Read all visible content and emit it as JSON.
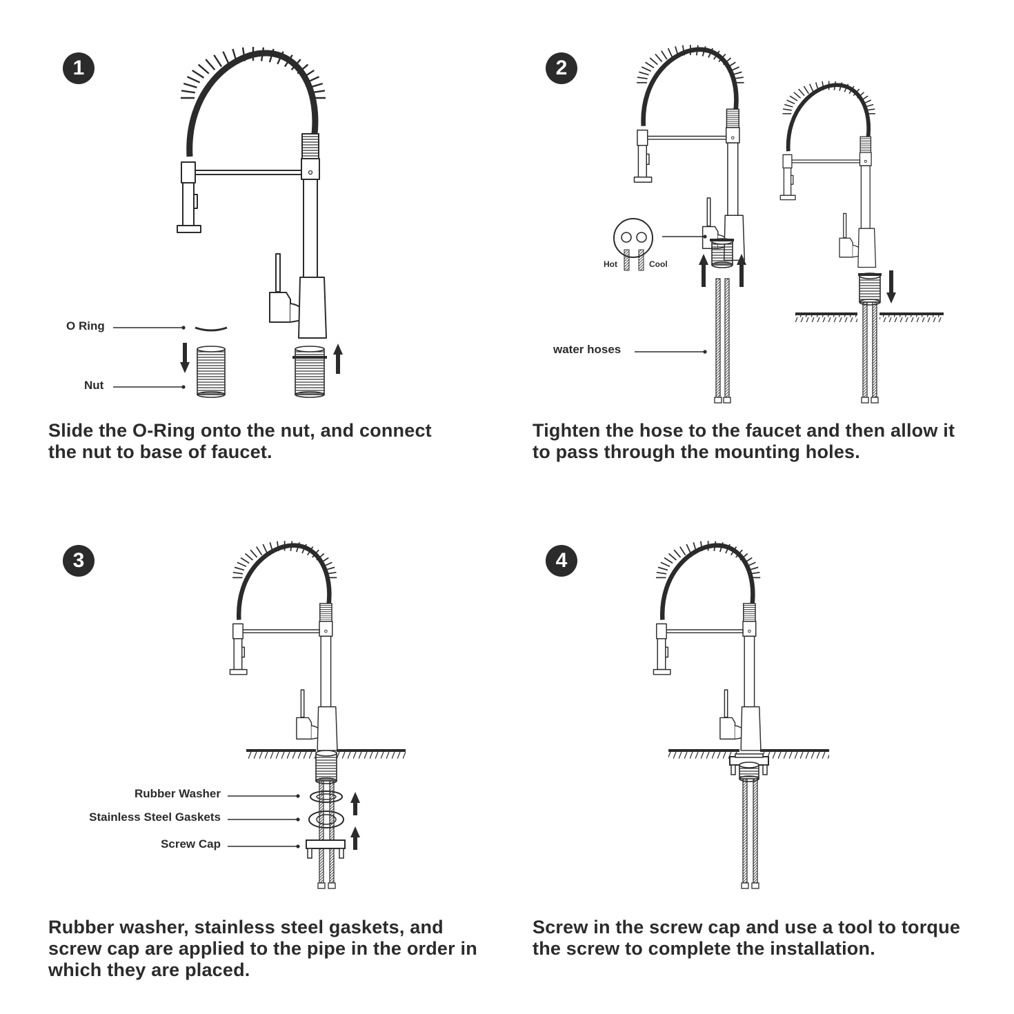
{
  "steps": [
    {
      "number": "1",
      "caption": "Slide the O-Ring onto the nut, and connect the nut to base of faucet.",
      "labels": {
        "o_ring": "O Ring",
        "nut": "Nut"
      }
    },
    {
      "number": "2",
      "caption": "Tighten the hose to the faucet and then allow it to pass through the mounting holes.",
      "labels": {
        "water_hoses": "water hoses",
        "hot": "Hot",
        "cool": "Cool"
      }
    },
    {
      "number": "3",
      "caption": "Rubber washer, stainless steel gaskets, and screw cap are applied to the pipe in the order in which they are placed.",
      "labels": {
        "rubber_washer": "Rubber  Washer",
        "gaskets": "Stainless Steel Gaskets",
        "screw_cap": "Screw Cap"
      }
    },
    {
      "number": "4",
      "caption": "Screw in the screw cap and use a tool to torque the screw to complete the installation."
    }
  ],
  "colors": {
    "ink": "#2b2b2b",
    "background": "#ffffff"
  }
}
